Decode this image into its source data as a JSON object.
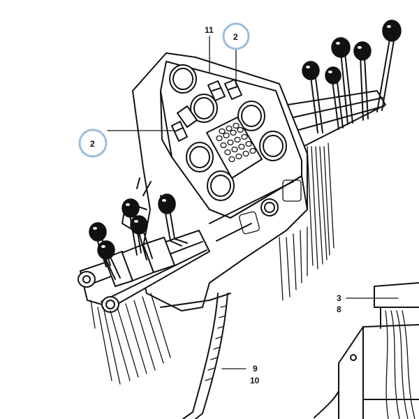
{
  "labels": {
    "part_11": "11",
    "callout_top": "2",
    "callout_left": "2",
    "part_3": "3",
    "part_8": "8",
    "part_9": "9",
    "part_10": "10"
  },
  "colors": {
    "line": "#111111",
    "callout_ring": "#9dbcd9",
    "background": "#ffffff"
  }
}
